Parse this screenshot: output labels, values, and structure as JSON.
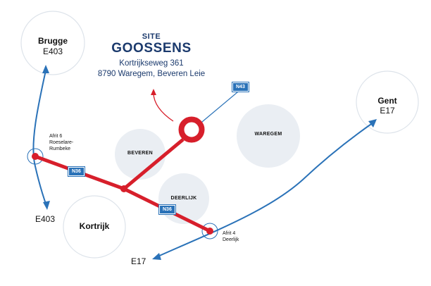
{
  "site": {
    "kicker": "SITE",
    "name": "GOOSSENS",
    "address_line1": "Kortrijkseweg 361",
    "address_line2": "8790 Waregem, Beveren Leie"
  },
  "cities": {
    "brugge": {
      "name": "Brugge",
      "road": "E403"
    },
    "gent": {
      "name": "Gent",
      "road": "E17"
    },
    "kortrijk": {
      "name": "Kortrijk"
    },
    "waregem": {
      "name": "WAREGEM"
    },
    "beveren": {
      "name": "BEVEREN"
    },
    "deerlijk": {
      "name": "DEERLIJK"
    }
  },
  "exits": {
    "afrit6": {
      "line1": "Afrit 6",
      "line2": "Roeselare-",
      "line3": "Rumbeke"
    },
    "afrit4": {
      "line1": "Afrit 4",
      "line2": "Deerlijk"
    }
  },
  "road_labels": {
    "e403_south": "E403",
    "e17_south": "E17"
  },
  "badges": {
    "n43": "N43",
    "n36_west": "N36",
    "n36_south": "N36"
  },
  "colors": {
    "highway": "#2a72b8",
    "route": "#d71f2b",
    "area": "#eaeef3",
    "text_dark": "#1b3a6d"
  }
}
